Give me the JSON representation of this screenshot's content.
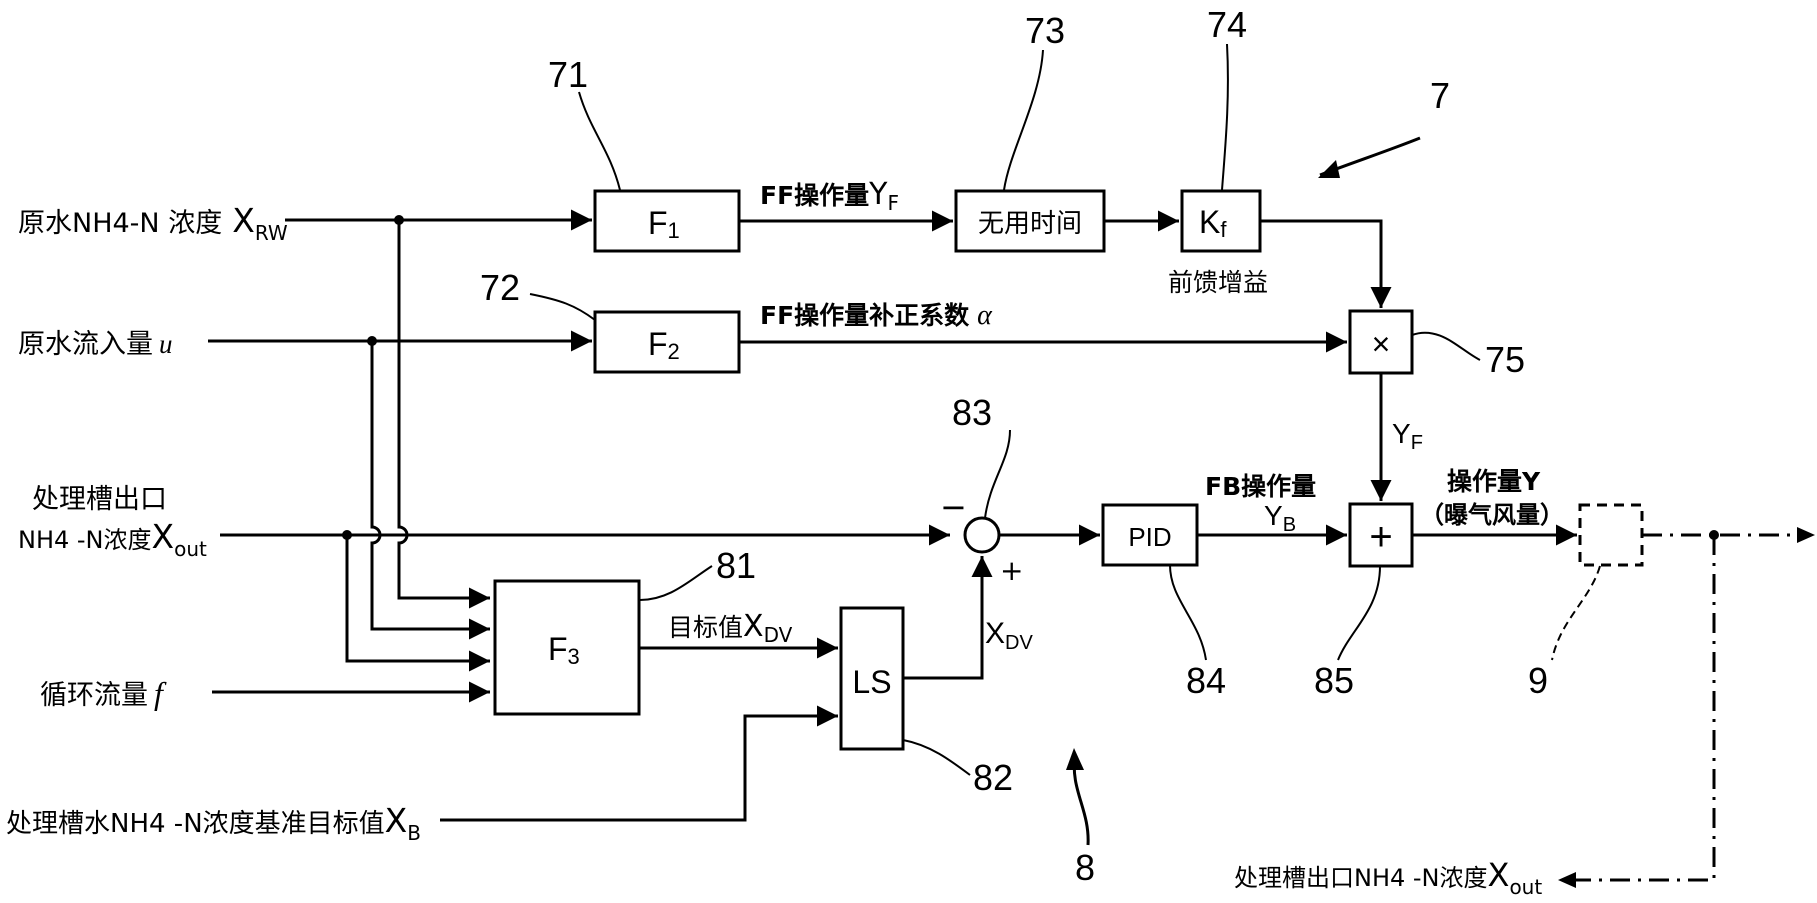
{
  "inputs": {
    "raw_nh4": "原水NH4-N 浓度",
    "raw_nh4_sym": "X",
    "raw_nh4_sub": "RW",
    "raw_flow": "原水流入量",
    "raw_flow_sym": "u",
    "outlet_line1": "处理槽出口",
    "outlet_line2": "NH4 -N浓度",
    "outlet_sym": "X",
    "outlet_sub": "out",
    "circ_flow": "循环流量",
    "circ_flow_sym": "f",
    "ref_target": "处理槽水NH4 -N浓度基准目标值",
    "ref_target_sym": "X",
    "ref_target_sub": "B"
  },
  "blocks": {
    "f1": "F",
    "f1_sub": "1",
    "f2": "F",
    "f2_sub": "2",
    "f3": "F",
    "f3_sub": "3",
    "deadtime": "无用时间",
    "kf": "K",
    "kf_sub": "f",
    "mult": "×",
    "plus": "+",
    "pid": "PID",
    "ls": "LS"
  },
  "signals": {
    "ff_op": "FF操作量",
    "ff_op_sym": "Y",
    "ff_op_sub": "F",
    "ff_gain": "前馈增益",
    "ff_corr": "FF操作量补正系数",
    "ff_corr_sym": "α",
    "yf": "Y",
    "yf_sub": "F",
    "fb_op": "FB操作量",
    "yb": "Y",
    "yb_sub": "B",
    "op": "操作量Y",
    "op_paren": "（曝气风量）",
    "target": "目标值",
    "target_sym": "X",
    "target_sub": "DV",
    "xdv": "X",
    "xdv_sub": "DV",
    "minus": "−",
    "plus_sign": "+",
    "feedback": "处理槽出口NH4 -N浓度",
    "feedback_sym": "X",
    "feedback_sub": "out"
  },
  "refs": {
    "r71": "71",
    "r72": "72",
    "r73": "73",
    "r74": "74",
    "r7": "7",
    "r75": "75",
    "r83": "83",
    "r81": "81",
    "r82": "82",
    "r84": "84",
    "r85": "85",
    "r9": "9",
    "r8": "8"
  }
}
